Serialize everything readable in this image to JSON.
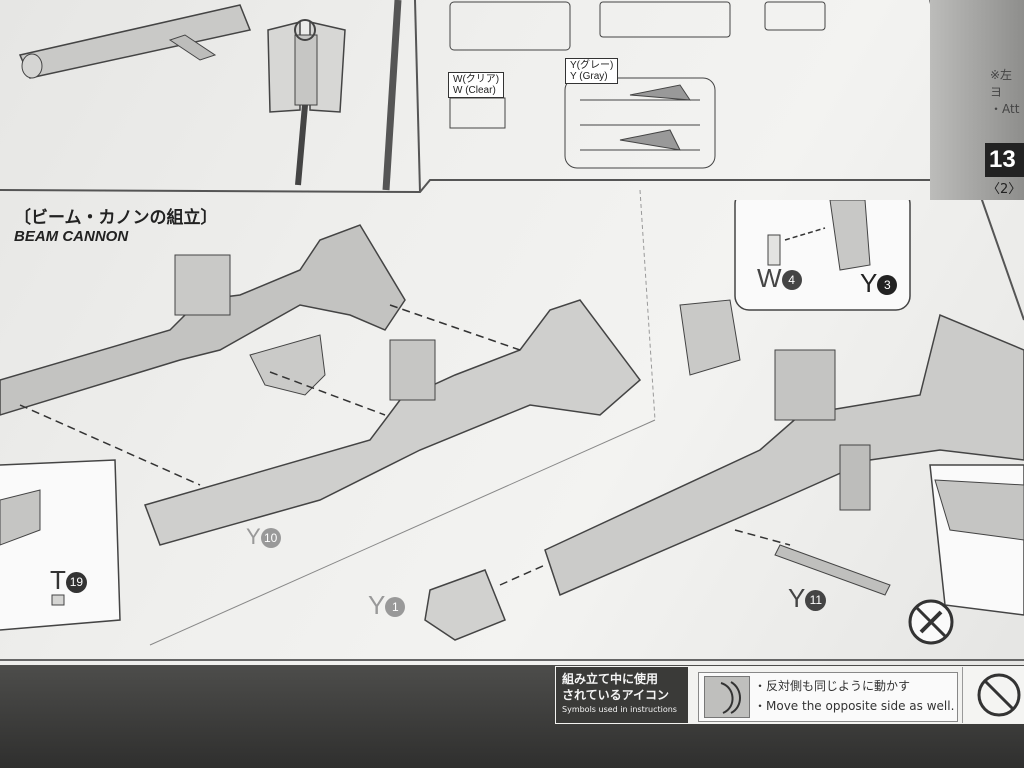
{
  "section": {
    "title_jp": "〔ビーム・カノンの組立〕",
    "title_en": "BEAM CANNON"
  },
  "sprues": {
    "w": {
      "jp": "W(クリア)",
      "en": "W (Clear)"
    },
    "y": {
      "jp": "Y(グレー)",
      "en": "Y (Gray)"
    }
  },
  "parts": {
    "y10": {
      "letter": "Y",
      "num": "10"
    },
    "t19": {
      "letter": "T",
      "num": "19"
    },
    "y1": {
      "letter": "Y",
      "num": "1"
    },
    "y11": {
      "letter": "Y",
      "num": "11"
    },
    "w4": {
      "letter": "W",
      "num": "4"
    },
    "y3": {
      "letter": "Y",
      "num": "3"
    }
  },
  "step": {
    "number": "13",
    "sub": "〈2〉"
  },
  "top_right_note": {
    "line1": "※左ヨ",
    "line2": "・Att"
  },
  "symbols": {
    "header_jp_1": "組み立て中に使用",
    "header_jp_2": "されているアイコン",
    "header_en": "Symbols used in instructions",
    "move_jp": "・反対側も同じように動かす",
    "move_en": "・Move the opposite side as well."
  },
  "colors": {
    "paper": "#efefed",
    "part_gray": "#b5b5b3",
    "ink": "#222222"
  },
  "icons": [
    "no-cut-icon",
    "move-both-sides-icon",
    "circled-number-icon"
  ]
}
